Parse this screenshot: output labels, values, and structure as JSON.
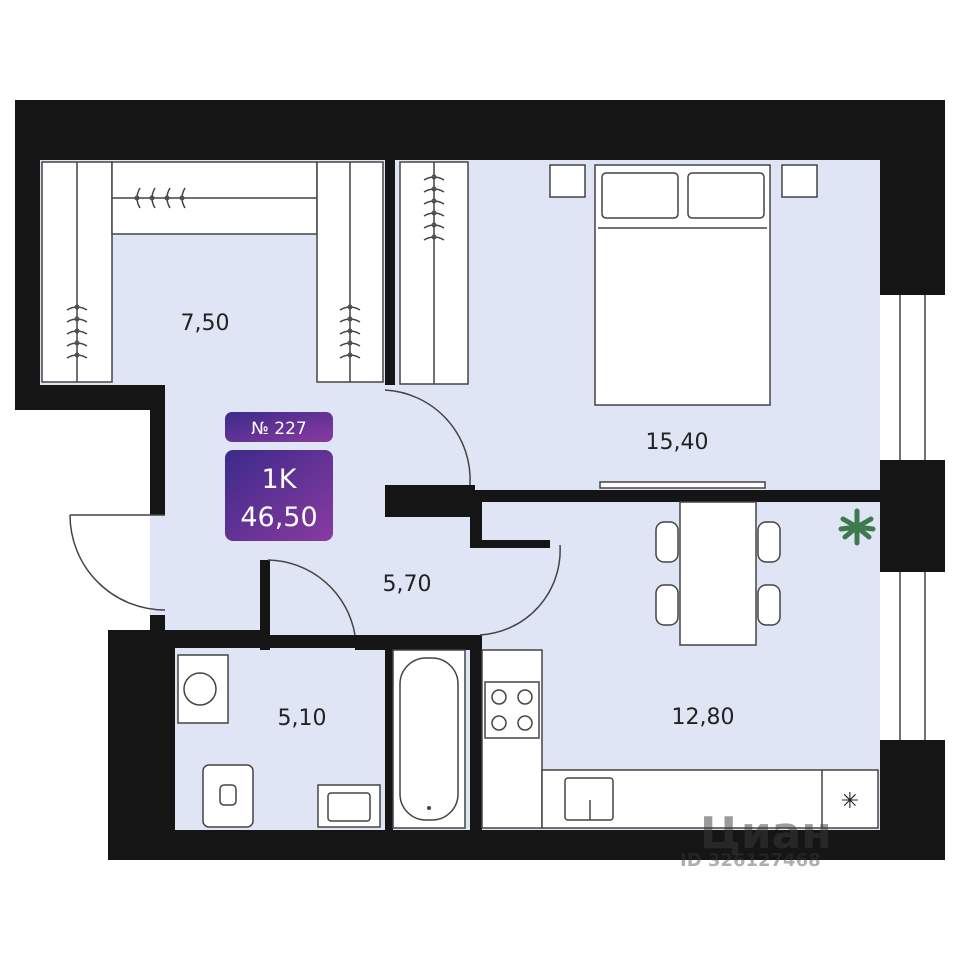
{
  "apartment": {
    "number_label": "№ 227",
    "type": "1K",
    "total_area": "46,50"
  },
  "rooms": [
    {
      "name": "dressing-room",
      "area": "7,50"
    },
    {
      "name": "bedroom",
      "area": "15,40"
    },
    {
      "name": "hallway",
      "area": "5,70"
    },
    {
      "name": "bathroom",
      "area": "5,10"
    },
    {
      "name": "kitchen",
      "area": "12,80"
    }
  ],
  "colors": {
    "room_fill": "#dfe5f4",
    "wall": "#151515",
    "badge_start": "#3b2a8a",
    "badge_end": "#8a3aa0"
  },
  "watermark": {
    "brand": "Циан",
    "id": "ID 326127468"
  }
}
